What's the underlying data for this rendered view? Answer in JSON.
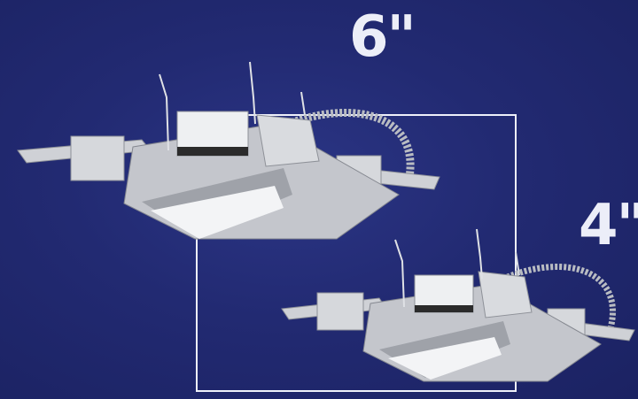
{
  "labels": {
    "size_large": "6\"",
    "size_small": "4\""
  },
  "colors": {
    "background": "#222a72",
    "frame": "#eef0fa",
    "label": "#eceef8",
    "fixture_metal": "#c9cbd0",
    "fixture_lens": "#f3f4f6"
  },
  "objects": [
    {
      "name": "downlight-6-inch",
      "description_icon": "recessed-square-downlight"
    },
    {
      "name": "downlight-4-inch",
      "description_icon": "recessed-square-downlight"
    }
  ]
}
